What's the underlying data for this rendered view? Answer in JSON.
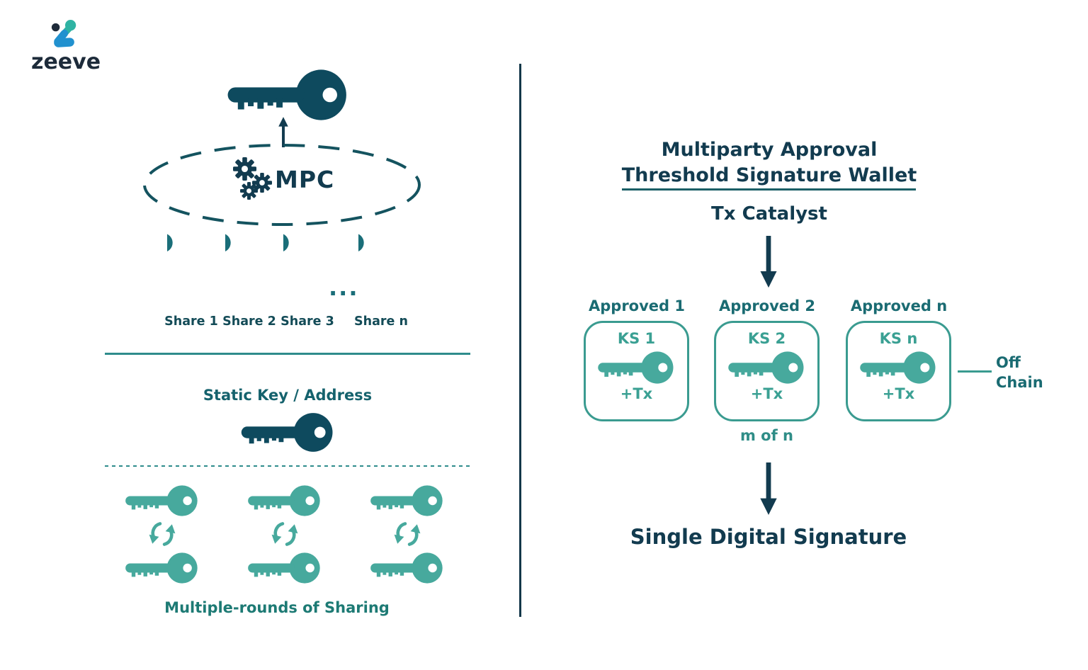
{
  "brand": {
    "wordmark": "zeeve"
  },
  "left_panel": {
    "mpc_label": "MPC",
    "share_labels": [
      "Share 1",
      "Share 2",
      "Share 3",
      "Share n"
    ],
    "ellipsis": "...",
    "static_key_label": "Static Key / Address",
    "multi_round_label": "Multiple-rounds of Sharing"
  },
  "right_panel": {
    "title_line1": "Multiparty Approval",
    "title_line2": "Threshold Signature Wallet",
    "catalyst_label": "Tx Catalyst",
    "approvals": [
      {
        "title": "Approved 1",
        "keyshare": "KS 1",
        "tx": "+Tx"
      },
      {
        "title": "Approved 2",
        "keyshare": "KS 2",
        "tx": "+Tx"
      },
      {
        "title": "Approved n",
        "keyshare": "KS n",
        "tx": "+Tx"
      }
    ],
    "off_chain_line1": "Off",
    "off_chain_line2": "Chain",
    "threshold_label": "m of n",
    "result_label": "Single Digital Signature"
  },
  "colors": {
    "dark_navy": "#123b4f",
    "dark_key": "#0e4a5e",
    "medium_teal": "#1a6e79",
    "light_teal": "#47a99d",
    "box_border": "#3a9b90",
    "label_teal": "#1a6b72",
    "line_teal": "#2e8c8c",
    "logo_teal": "#2fb3a3",
    "logo_blue": "#2191cf"
  }
}
